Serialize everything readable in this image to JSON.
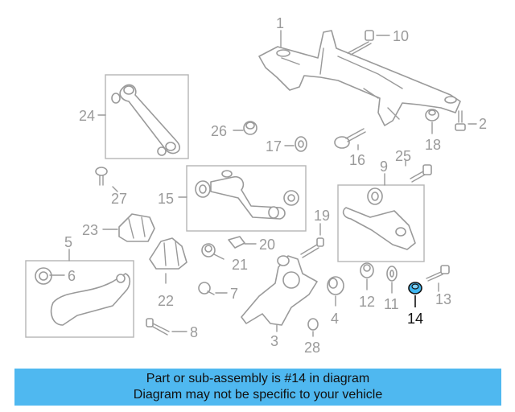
{
  "callouts": {
    "c1": "1",
    "c2": "2",
    "c3": "3",
    "c4": "4",
    "c5": "5",
    "c6": "6",
    "c7": "7",
    "c8": "8",
    "c9": "9",
    "c10": "10",
    "c11": "11",
    "c12": "12",
    "c13": "13",
    "c14": "14",
    "c15": "15",
    "c16": "16",
    "c17": "17",
    "c18": "18",
    "c19": "19",
    "c20": "20",
    "c21": "21",
    "c22": "22",
    "c23": "23",
    "c24": "24",
    "c25": "25",
    "c26": "26",
    "c27": "27",
    "c28": "28"
  },
  "highlight": {
    "part_number": "14",
    "color": "#3fb6f0"
  },
  "banner": {
    "line1": "Part or sub-assembly is #14 in diagram",
    "line2": "Diagram may not be specific to your vehicle",
    "background": "#4fb8f0"
  }
}
